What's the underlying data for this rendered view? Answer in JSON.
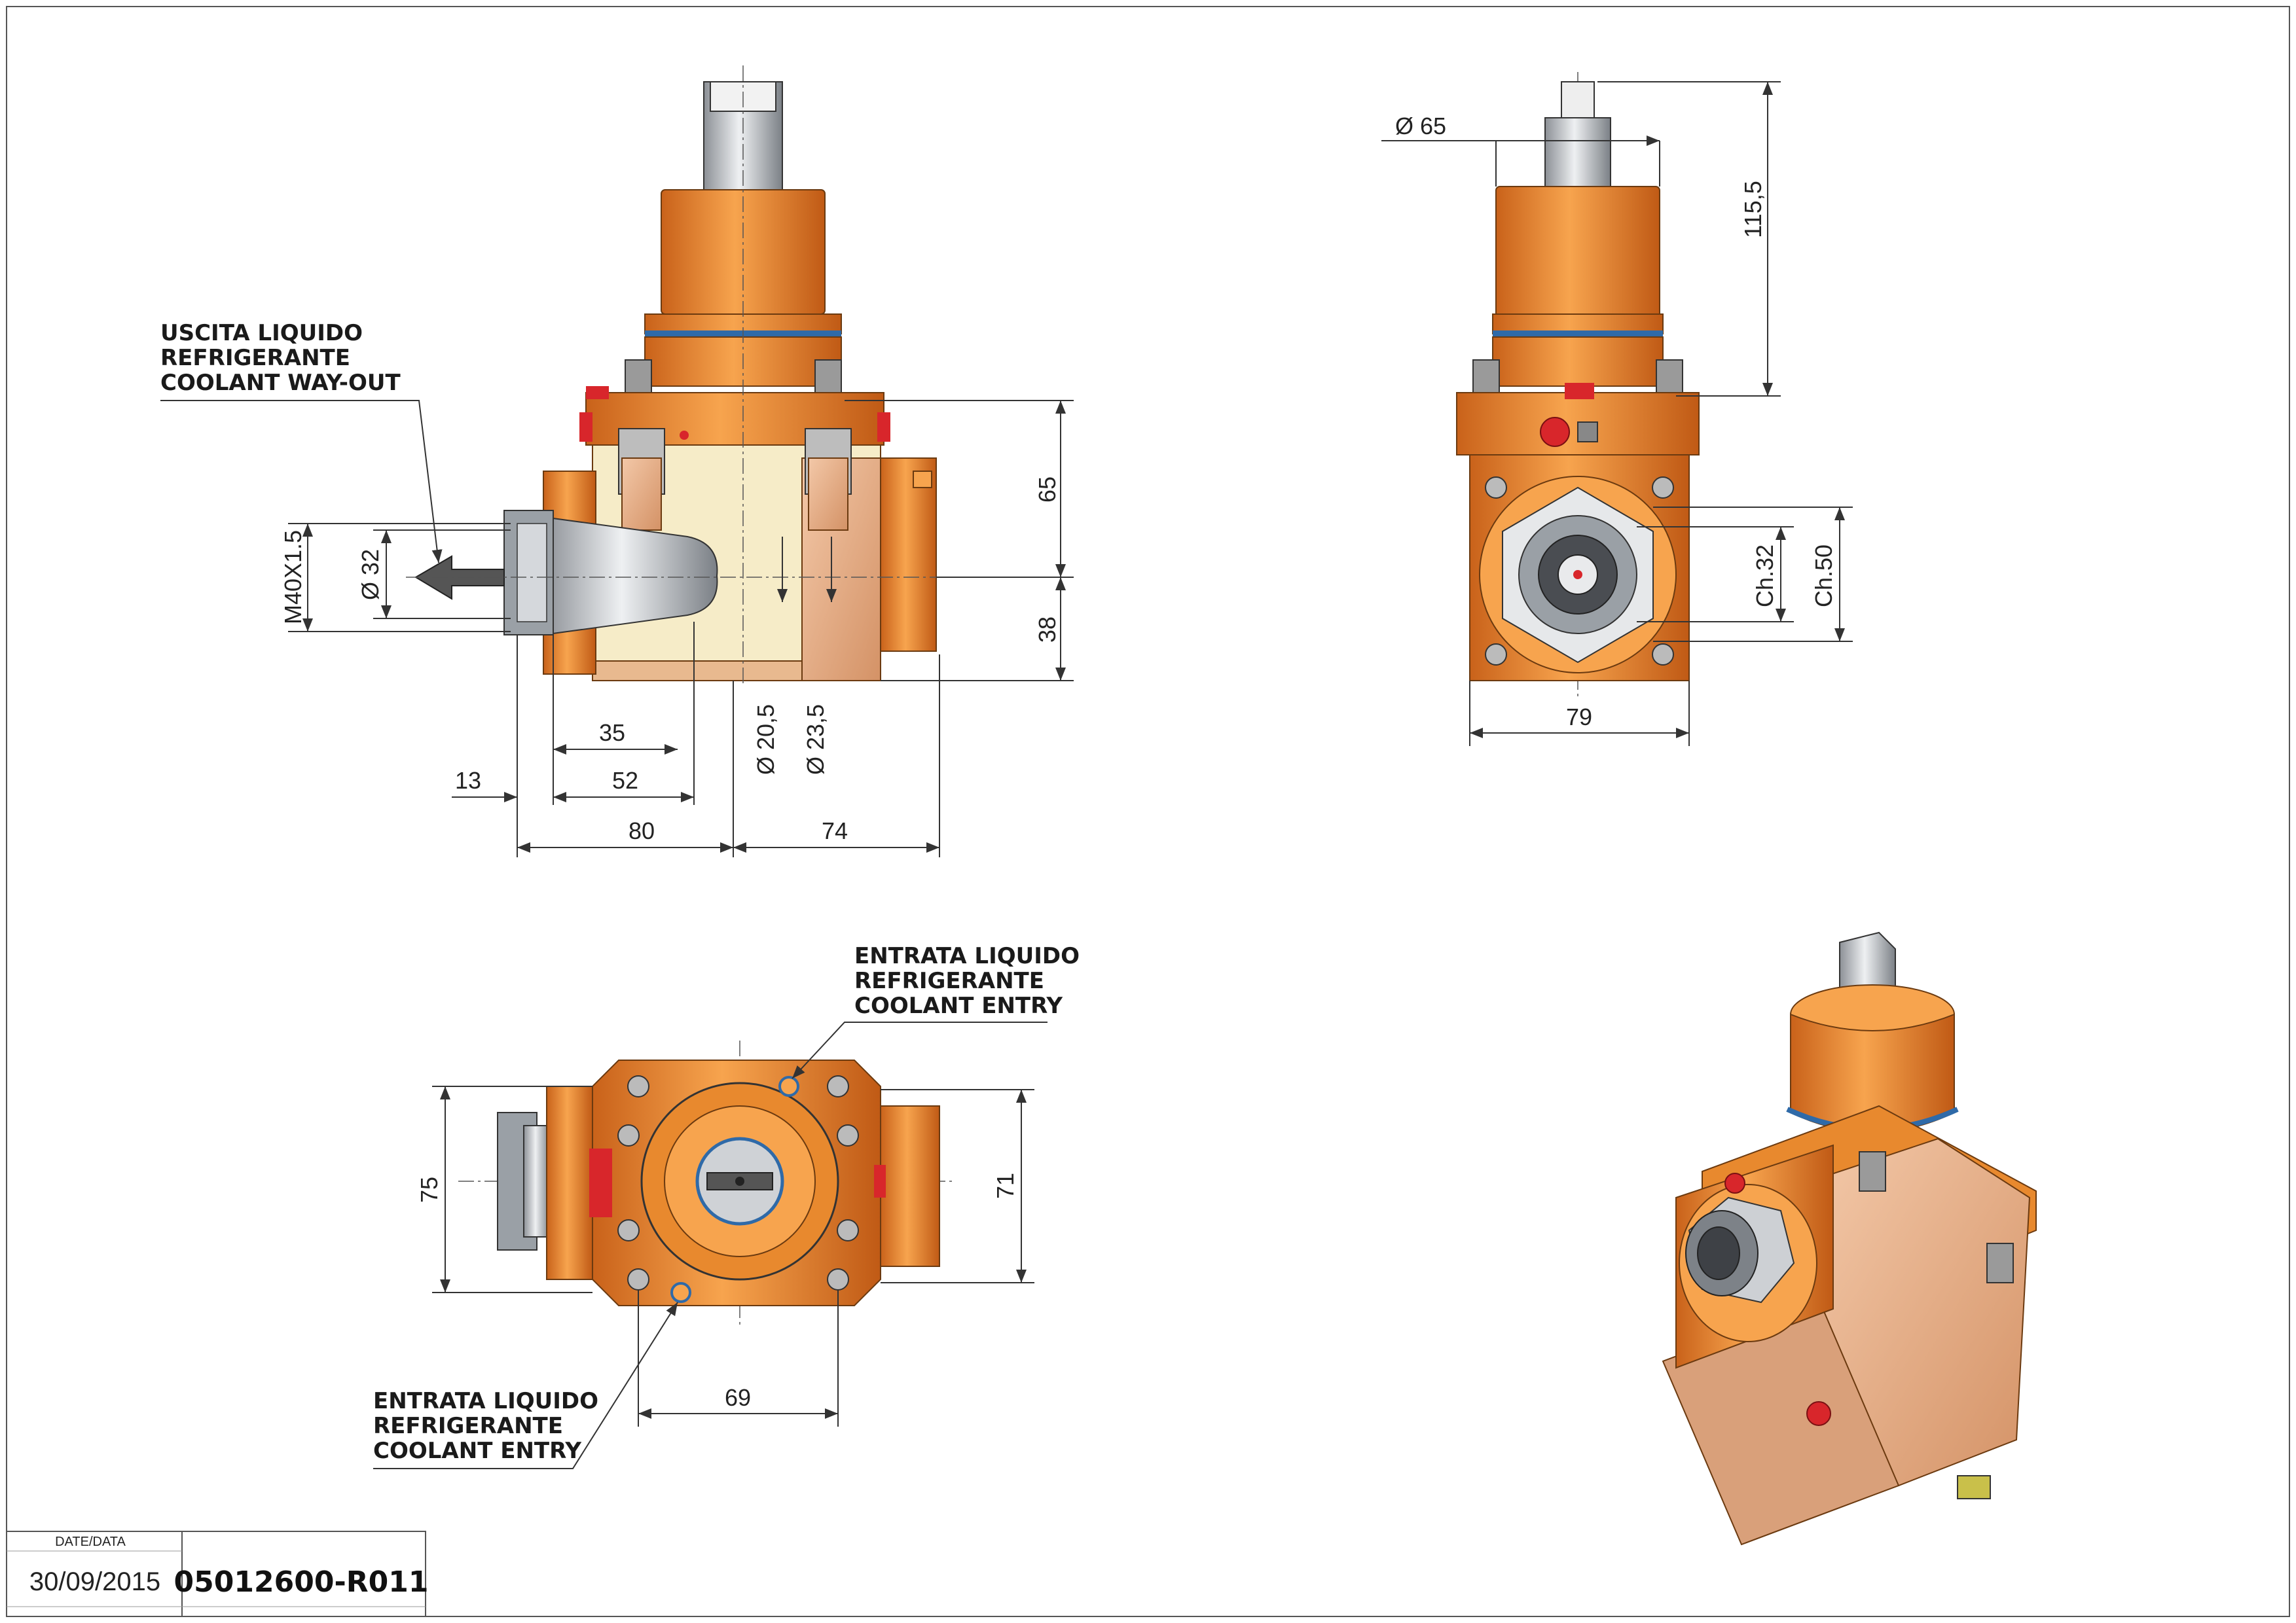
{
  "callouts": {
    "coolant_out": [
      "USCITA LIQUIDO",
      "REFRIGERANTE",
      "COOLANT WAY-OUT"
    ],
    "coolant_entry_top": [
      "ENTRATA LIQUIDO",
      "REFRIGERANTE",
      "COOLANT ENTRY"
    ],
    "coolant_entry_bottom": [
      "ENTRATA LIQUIDO",
      "REFRIGERANTE",
      "COOLANT ENTRY"
    ]
  },
  "dimensions": {
    "front": {
      "thread": "M40X1.5",
      "d32": "Ø 32",
      "h65": "65",
      "h38": "38",
      "w35": "35",
      "w13": "13",
      "w52": "52",
      "w80": "80",
      "w74": "74",
      "d20_5": "Ø 20,5",
      "d23_5": "Ø 23,5"
    },
    "side": {
      "d65": "Ø 65",
      "h115_5": "115,5",
      "ch32": "Ch.32",
      "ch50": "Ch.50",
      "w79": "79"
    },
    "top": {
      "h75": "75",
      "h71": "71",
      "w69": "69"
    }
  },
  "title_block": {
    "date_label": "DATE/DATA",
    "date": "30/09/2015",
    "code": "05012600-R011"
  },
  "colors": {
    "body_orange": "#e8892e",
    "body_cream": "#f6ecc8",
    "body_copper": "#e9b592",
    "seal_blue": "#2f6aa8",
    "plug_red": "#d8262b",
    "steel": "#b8bcc2"
  }
}
